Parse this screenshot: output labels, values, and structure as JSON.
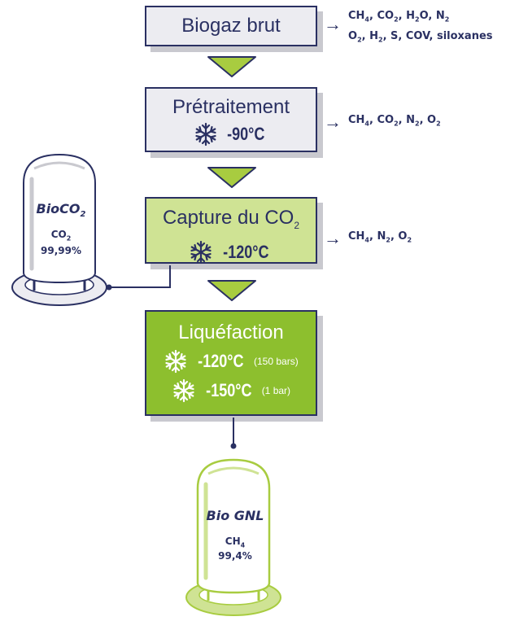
{
  "steps": [
    {
      "title": "Biogaz brut",
      "temp": "",
      "note": ""
    },
    {
      "title": "Prétraitement",
      "temp": "-90°C",
      "note": ""
    },
    {
      "title_main": "Capture du CO",
      "title_sub": "2",
      "temp": "-120°C",
      "note": ""
    },
    {
      "title": "Liquéfaction",
      "temp1": "-120°C",
      "note1": "(150 bars)",
      "temp2": "-150°C",
      "note2": "(1 bar)"
    }
  ],
  "outputs": {
    "step1_line1": [
      [
        "CH",
        "4"
      ],
      [
        "CO",
        "2"
      ],
      [
        "H",
        "2"
      ],
      [
        "O",
        ""
      ],
      [
        "N",
        "2"
      ]
    ],
    "step1_line2": [
      [
        "O",
        "2"
      ],
      [
        "H",
        "2"
      ],
      [
        "S, COV, siloxanes",
        ""
      ]
    ],
    "step2": [
      [
        "CH",
        "4"
      ],
      [
        "CO",
        "2"
      ],
      [
        "N",
        "2"
      ],
      [
        "O",
        "2"
      ]
    ],
    "step3": [
      [
        "CH",
        "4"
      ],
      [
        "N",
        "2"
      ],
      [
        "O",
        "2"
      ]
    ]
  },
  "tanks": {
    "bioco2": {
      "label_main": "BioCO",
      "label_sub": "2",
      "gas_main": "CO",
      "gas_sub": "2",
      "purity": "99,99%"
    },
    "biognl": {
      "label": "Bio GNL",
      "gas_main": "CH",
      "gas_sub": "4",
      "purity": "99,4%"
    }
  },
  "colors": {
    "navy": "#2a3062",
    "gray_box": "#ececf1",
    "light_green": "#cfe394",
    "green": "#8dbf2e",
    "arrow_green": "#a8cc40"
  }
}
